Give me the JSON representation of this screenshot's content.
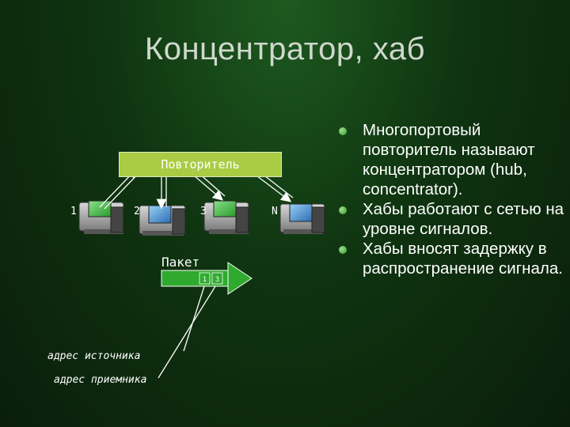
{
  "title": "Концентратор, хаб",
  "bullets": [
    "Многопортовый повторитель называют концентратором (hub, concentrator).",
    "Хабы работают с сетью на уровне сигналов.",
    "Хабы вносят задержку в распространение сигнала."
  ],
  "diagram": {
    "repeater_label": "Повторитель",
    "ports": [
      "1",
      "2",
      "3",
      "N"
    ],
    "packet_label": "Пакет",
    "packet_fields": [
      "1",
      "3"
    ],
    "source_address_label": "адрес источника",
    "destination_address_label": "адрес приемника"
  },
  "colors": {
    "repeater_fill": "#aacc44",
    "screen_green": "#4cc04c",
    "screen_blue": "#3c82c8",
    "bullet": "#5cc04c"
  }
}
